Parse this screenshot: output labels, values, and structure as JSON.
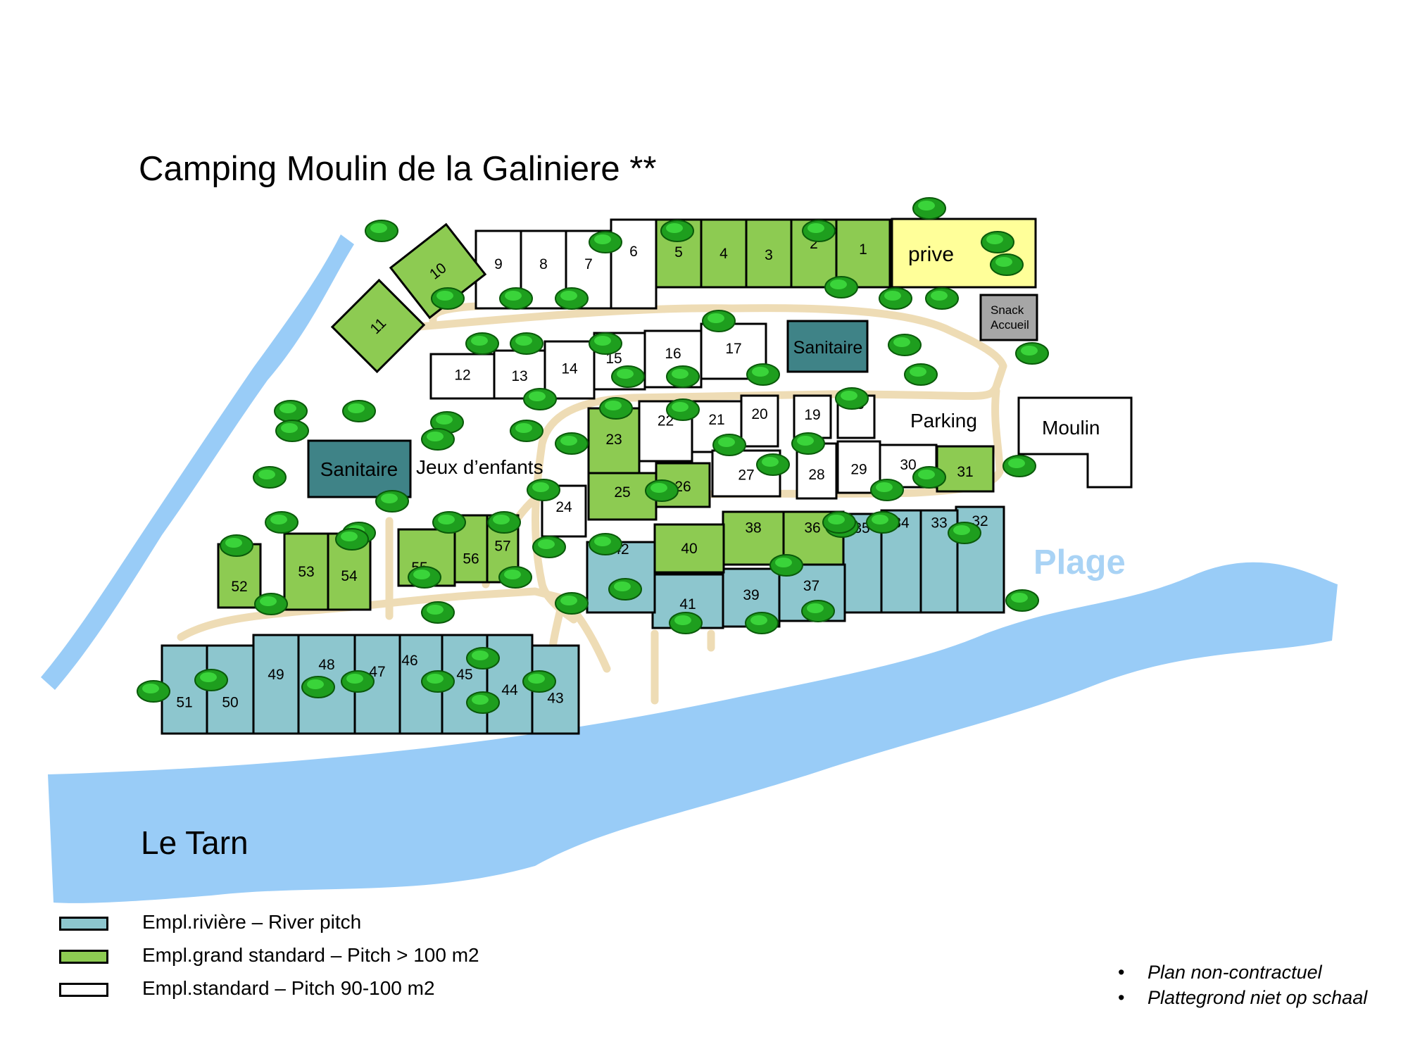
{
  "title": "Camping Moulin de la Galiniere **",
  "colors": {
    "river": "#99ccf7",
    "river_pitch": "#8dc6ce",
    "grand_pitch": "#8dcb52",
    "standard_pitch": "#ffffff",
    "sanitaire": "#3f8387",
    "prive": "#ffff99",
    "snack": "#a6a6a6",
    "path": "#eedcb5",
    "tree": "#1e9e1e",
    "plage_label": "#a9d3f5"
  },
  "labels": {
    "river_name": "Le Tarn",
    "beach": "Plage",
    "parking": "Parking",
    "moulin": "Moulin",
    "prive": "prive",
    "snack_line1": "Snack",
    "snack_line2": "Accueil",
    "sanitaire_top": "Sanitaire",
    "sanitaire_left": "Sanitaire",
    "jeux": "Jeux d’enfants"
  },
  "pitch_numbers": [
    "1",
    "2",
    "3",
    "4",
    "5",
    "6",
    "7",
    "8",
    "9",
    "10",
    "11",
    "12",
    "13",
    "14",
    "15",
    "16",
    "17",
    "18",
    "19",
    "20",
    "21",
    "22",
    "23",
    "24",
    "25",
    "26",
    "27",
    "28",
    "29",
    "30",
    "31",
    "32",
    "33",
    "34",
    "35",
    "36",
    "37",
    "38",
    "39",
    "40",
    "41",
    "42",
    "43",
    "44",
    "45",
    "46",
    "47",
    "48",
    "49",
    "50",
    "51",
    "52",
    "53",
    "54",
    "55",
    "56",
    "57"
  ],
  "legend": [
    {
      "type": "river",
      "label": "Empl.rivière – River pitch"
    },
    {
      "type": "grand",
      "label": "Empl.grand standard – Pitch > 100 m2"
    },
    {
      "type": "standard",
      "label": "Empl.standard – Pitch 90-100 m2"
    }
  ],
  "notes": [
    "Plan non-contractuel",
    "Plattegrond niet op schaal"
  ]
}
